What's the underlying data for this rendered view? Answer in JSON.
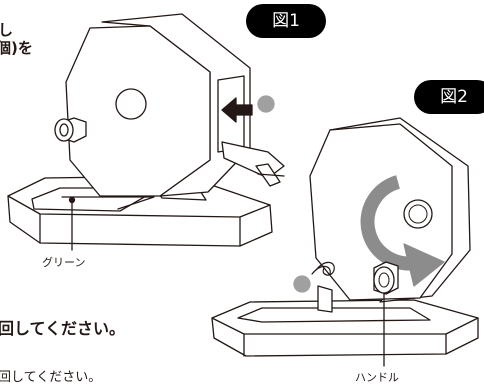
{
  "instructions": {
    "line1_tail": "し",
    "line2_tail": "個)を",
    "line3_tail": "回してください。",
    "line4_tail": "回してください。"
  },
  "figure1": {
    "badge": "図1",
    "label": "グリーン"
  },
  "figure2": {
    "badge": "図2",
    "label": "ハンドル"
  },
  "colors": {
    "badge_bg": "#000000",
    "ball_gray": "#a0a0a0",
    "line": "#231815",
    "arrow_gray": "#8c8c8c"
  },
  "icons": {
    "insert_arrow": "arrow-left-icon",
    "rotation_arrow": "circular-arrow-icon"
  }
}
